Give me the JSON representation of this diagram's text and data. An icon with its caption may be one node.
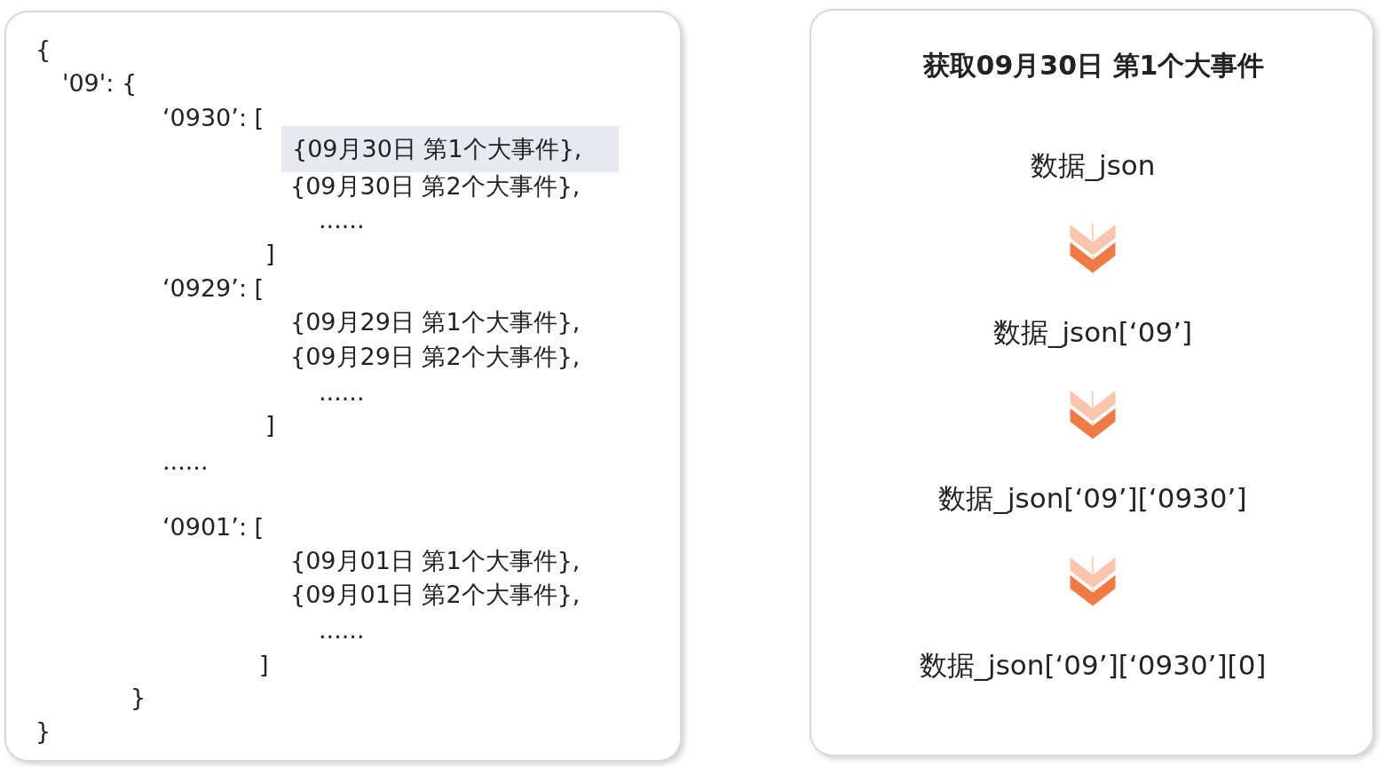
{
  "diagram": {
    "nodes": [
      {
        "text": [
          "{",
          "'09': {",
          "‘0930’: [",
          "{09月30日 第2个大事件},",
          "......",
          "]",
          "‘0929’: [",
          "{09月29日 第1个大事件},",
          "{09月29日 第2个大事件},",
          "......",
          "]",
          "......",
          "‘0901’: [",
          "{09月01日 第1个大事件},",
          "{09月01日 第2个大事件},",
          "......",
          "]",
          "}",
          "}"
        ]
      },
      {
        "text": [
          "{09月30日 第1个大事件},"
        ],
        "in": 0
      },
      {
        "text": [
          "获取09月30日 第1个大事件"
        ]
      },
      {
        "text": [
          "数据_json"
        ],
        "in": 2
      },
      {
        "text": [
          "数据_json[‘09’]"
        ],
        "in": 2
      },
      {
        "text": [
          "数据_json[‘09’][‘0930’]"
        ],
        "in": 2
      },
      {
        "text": [
          "数据_json[‘09’][‘0930’][0]"
        ],
        "in": 2
      }
    ],
    "edges": [
      {
        "from": 3,
        "to": 4,
        "arrow": "to"
      },
      {
        "from": 4,
        "to": 5,
        "arrow": "to"
      },
      {
        "from": 5,
        "to": 6,
        "arrow": "to"
      }
    ]
  }
}
